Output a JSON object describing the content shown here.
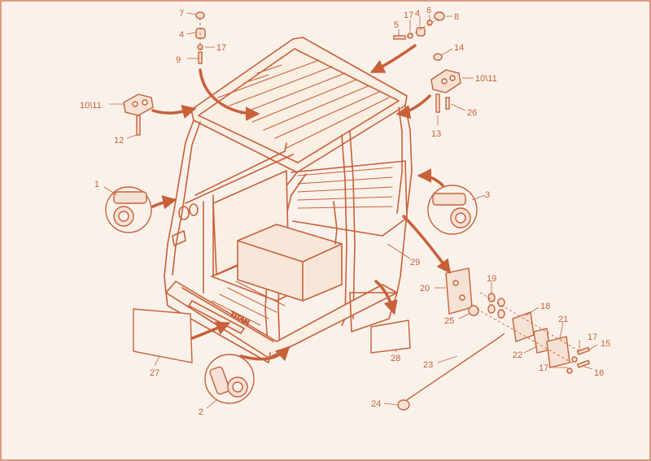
{
  "colors": {
    "background": "#faf2ea",
    "ink": "#c8603a",
    "fill": "#f6e2d4"
  },
  "callouts": [
    {
      "id": "c7",
      "text": "7"
    },
    {
      "id": "c4a",
      "text": "4"
    },
    {
      "id": "c9",
      "text": "9"
    },
    {
      "id": "c17a",
      "text": "17"
    },
    {
      "id": "c17b",
      "text": "17"
    },
    {
      "id": "c4b",
      "text": "4"
    },
    {
      "id": "c6",
      "text": "6"
    },
    {
      "id": "c5",
      "text": "5"
    },
    {
      "id": "c8",
      "text": "8"
    },
    {
      "id": "c14",
      "text": "14"
    },
    {
      "id": "c1011a",
      "text": "10\\11"
    },
    {
      "id": "c1011b",
      "text": "10\\11"
    },
    {
      "id": "c12",
      "text": "12"
    },
    {
      "id": "c13",
      "text": "13"
    },
    {
      "id": "c26",
      "text": "26"
    },
    {
      "id": "c1",
      "text": "1"
    },
    {
      "id": "c3",
      "text": "3"
    },
    {
      "id": "c29",
      "text": "29"
    },
    {
      "id": "c20",
      "text": "20"
    },
    {
      "id": "c19",
      "text": "19"
    },
    {
      "id": "c25",
      "text": "25"
    },
    {
      "id": "c18",
      "text": "18"
    },
    {
      "id": "c21",
      "text": "21"
    },
    {
      "id": "c22",
      "text": "22"
    },
    {
      "id": "c17c",
      "text": "17"
    },
    {
      "id": "c15",
      "text": "15"
    },
    {
      "id": "c17d",
      "text": "17"
    },
    {
      "id": "c16",
      "text": "16"
    },
    {
      "id": "c23",
      "text": "23"
    },
    {
      "id": "c24",
      "text": "24"
    },
    {
      "id": "c27",
      "text": "27"
    },
    {
      "id": "c28",
      "text": "28"
    },
    {
      "id": "c2",
      "text": "2"
    }
  ]
}
